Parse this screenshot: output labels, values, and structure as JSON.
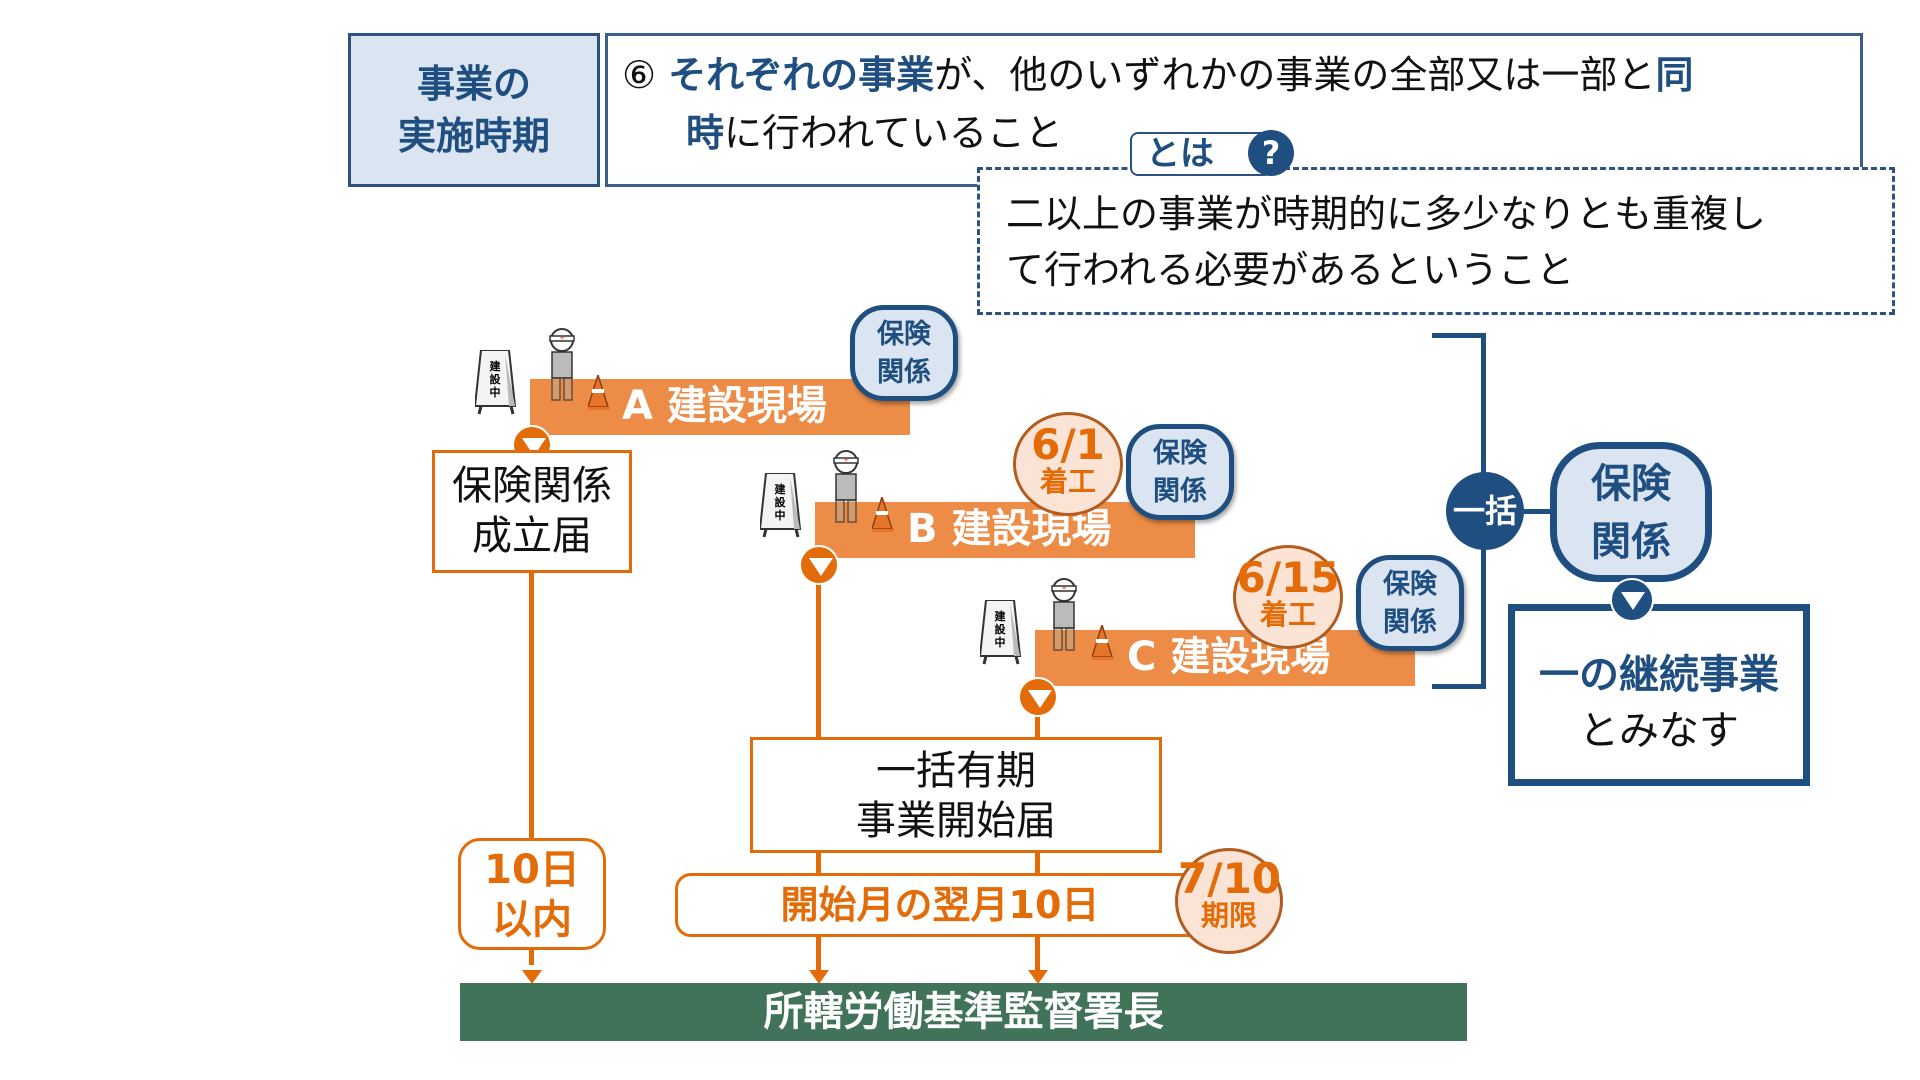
{
  "header": {
    "label": [
      "事業の",
      "実施時期"
    ],
    "number": "⑥",
    "line1_em": "それぞれの事業",
    "line1_rest": "が、他のいずれかの事業の全部又は一部と",
    "line1_em2": "同",
    "line2_em": "時",
    "line2_rest": "に行われていること"
  },
  "toha": {
    "label": "とは",
    "icon": "question-icon",
    "glyph": "?"
  },
  "definition": {
    "lines": [
      "二以上の事業が時期的に多少なりとも重複し",
      "て行われる必要があるということ"
    ]
  },
  "sites": [
    {
      "label": "A 建設現場",
      "badge": [
        "保険",
        "関係"
      ],
      "start": null,
      "icons": [
        "construction-sign-icon",
        "worker-icon",
        "traffic-cone-icon"
      ],
      "sign_text": "建設中"
    },
    {
      "label": "B 建設現場",
      "badge": [
        "保険",
        "関係"
      ],
      "start": {
        "date": "6/1",
        "text": "着工"
      },
      "icons": [
        "construction-sign-icon",
        "worker-icon",
        "traffic-cone-icon"
      ],
      "sign_text": "建設中"
    },
    {
      "label": "C 建設現場",
      "badge": [
        "保険",
        "関係"
      ],
      "start": {
        "date": "6/15",
        "text": "着工"
      },
      "icons": [
        "construction-sign-icon",
        "worker-icon",
        "traffic-cone-icon"
      ],
      "sign_text": "建設中"
    }
  ],
  "forms": {
    "a_form": [
      "保険関係",
      "成立届"
    ],
    "bc_form": [
      "一括有期",
      "事業開始届"
    ]
  },
  "deadlines": {
    "a": [
      "10日",
      "以内"
    ],
    "bc": "開始月の翌月10日",
    "bc_date": {
      "date": "7/10",
      "text": "期限"
    }
  },
  "destination": "所轄労働基準監督署長",
  "merge": {
    "ikkatsu": "一括",
    "badge": [
      "保険",
      "関係"
    ],
    "result_line1": "一の継続事業",
    "result_line2": "とみなす"
  },
  "colors": {
    "navy": "#1f4e80",
    "orange": "#e36c09",
    "bar_orange": "#ec8c46",
    "green": "#41735a",
    "light_blue": "#dbe5f1"
  }
}
